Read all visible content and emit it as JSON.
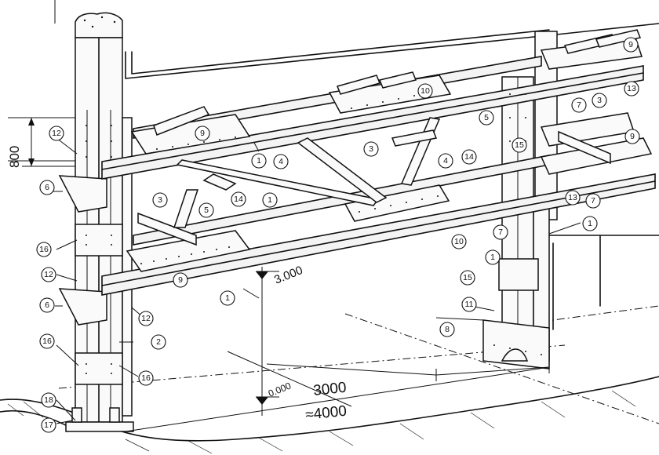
{
  "figure": {
    "dimensions": {
      "height_800": "800",
      "level_3000": "3.000",
      "level_0000": "0.000",
      "span_3000": "3000",
      "span_4000": "≈4000"
    },
    "callouts": [
      "1",
      "2",
      "3",
      "4",
      "5",
      "6",
      "7",
      "8",
      "9",
      "10",
      "11",
      "12",
      "13",
      "14",
      "15",
      "16",
      "17",
      "18"
    ]
  }
}
